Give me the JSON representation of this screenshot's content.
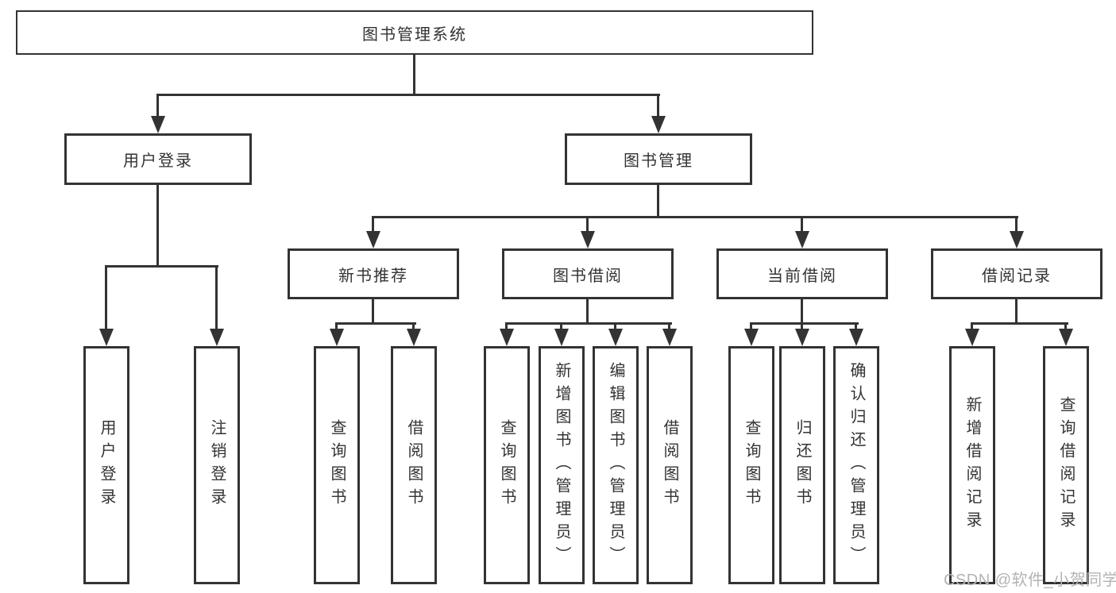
{
  "nodes": {
    "root": "图书管理系统",
    "user_login": "用户登录",
    "book_mgmt": "图书管理",
    "new_book_rec": "新书推荐",
    "book_borrow": "图书借阅",
    "current_borrow": "当前借阅",
    "borrow_records": "借阅记录",
    "leaf_user_login": "用户登录",
    "leaf_logout": "注销登录",
    "leaf_nb_query": "查询图书",
    "leaf_nb_borrow": "借阅图书",
    "leaf_bb_query": "查询图书",
    "leaf_bb_add": "新增图书（管理员）",
    "leaf_bb_edit": "编辑图书（管理员）",
    "leaf_bb_borrow": "借阅图书",
    "leaf_cb_query": "查询图书",
    "leaf_cb_return": "归还图书",
    "leaf_cb_confirm": "确认归还（管理员）",
    "leaf_br_add": "新增借阅记录",
    "leaf_br_query": "查询借阅记录"
  },
  "watermark": "CSDN @软件_小贺同学",
  "colors": {
    "line": "#333333",
    "text": "#333333",
    "background": "#ffffff",
    "watermark": "#b3b3b3"
  }
}
